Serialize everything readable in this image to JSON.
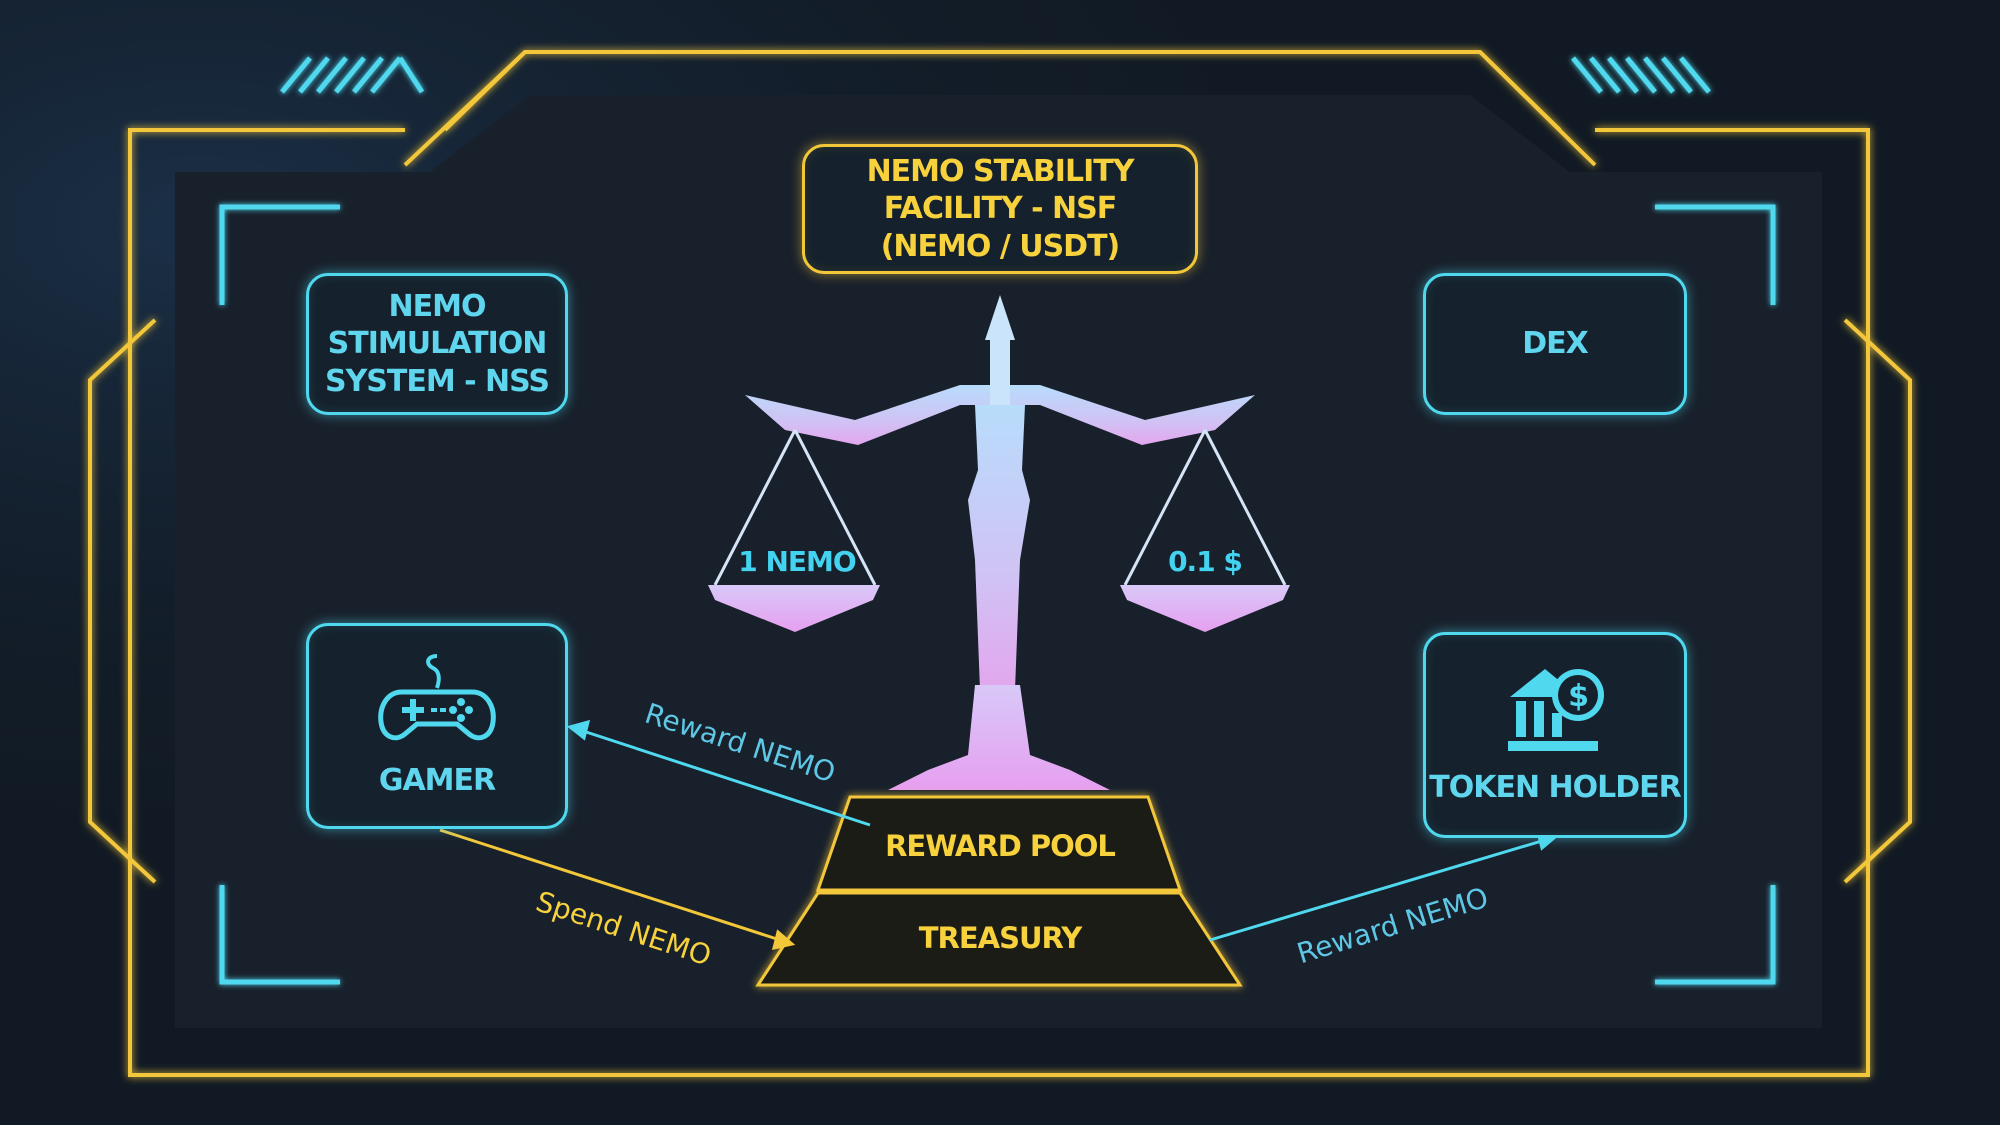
{
  "nsf": {
    "line1": "NEMO STABILITY",
    "line2": "FACILITY - NSF",
    "line3": "(NEMO / USDT)"
  },
  "nss": {
    "line1": "NEMO",
    "line2": "STIMULATION",
    "line3": "SYSTEM - NSS"
  },
  "dex": {
    "label": "DEX"
  },
  "gamer": {
    "label": "GAMER",
    "icon": "gamepad-icon"
  },
  "token_holder": {
    "label": "TOKEN HOLDER",
    "icon": "bank-dollar-icon"
  },
  "scale": {
    "left_pan": "1 NEMO",
    "right_pan": "0.1 $"
  },
  "pyramid": {
    "top": "REWARD POOL",
    "bottom": "TREASURY"
  },
  "flows": {
    "reward_to_gamer": "Reward NEMO",
    "spend_from_gamer": "Spend NEMO",
    "reward_to_holder": "Reward NEMO"
  },
  "colors": {
    "frame_yellow": "#f2c73a",
    "accent_cyan": "#4fd8ee",
    "background": "#111a24",
    "panel": "#161f2a"
  }
}
